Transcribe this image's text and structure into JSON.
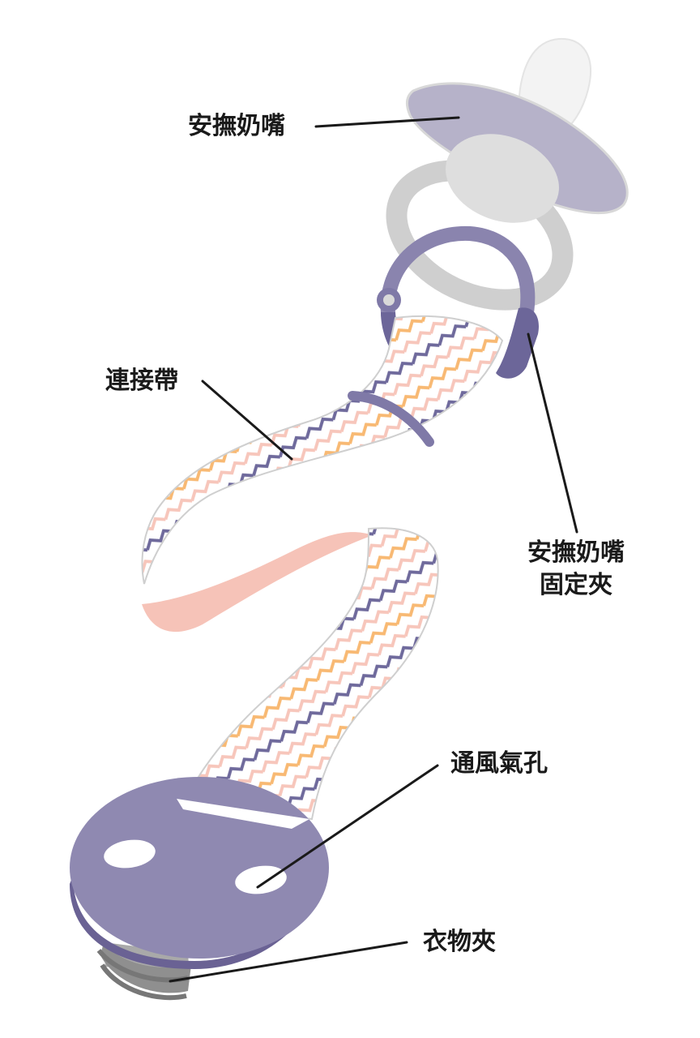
{
  "labels": {
    "pacifier": "安撫奶嘴",
    "strap": "連接帶",
    "holder_line1": "安撫奶嘴",
    "holder_line2": "固定夾",
    "vent_holes": "通風氣孔",
    "clothing_clip": "衣物夾"
  },
  "colors": {
    "background": "#ffffff",
    "purple": "#8a84ae",
    "dark_purple": "#6c6699",
    "gray_light": "#e2e2e2",
    "gray_mid": "#c9c9c9",
    "pink": "#f6c3b8",
    "orange": "#f8b973",
    "text": "#1a1a1a"
  }
}
